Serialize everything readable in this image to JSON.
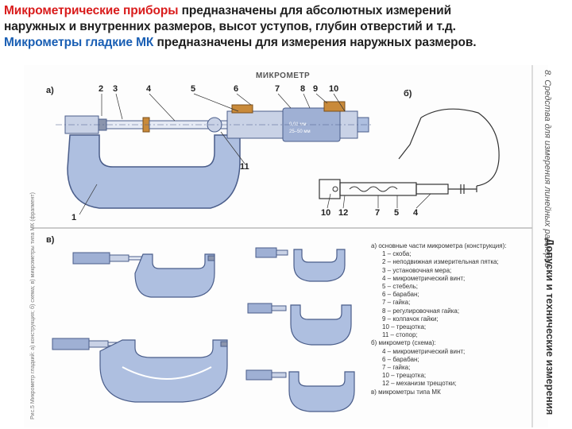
{
  "header": {
    "line1_red": "Микрометрические приборы",
    "line1_rest": " предназначены для абсолютных измерений",
    "line2": "наружных и внутренних размеров, высот уступов, глубин отверстий и т.д.",
    "line3_blue": "Микрометры гладкие МК",
    "line3_rest": " предназначены для измерения наружных размеров."
  },
  "figure": {
    "title": "МИКРОМЕТР",
    "panel_a": "а)",
    "panel_b": "б)",
    "panel_v": "в)",
    "top_numbers": [
      "2",
      "3",
      "4",
      "5",
      "6",
      "7",
      "8",
      "9",
      "10"
    ],
    "label_1": "1",
    "label_11": "11",
    "scale_text_1": "0,01 мм",
    "scale_text_2": "25–50 мм",
    "b_numbers": [
      "10",
      "12",
      "7",
      "5",
      "4"
    ],
    "side_left": "Рис.5 Микрометр гладкий: а) конструкция; б) схема; в) микрометры типа МК (фрагмент)",
    "side_right_1": "8. Средства для измерения линейных размеров",
    "side_right_2": "Допуски и технические измерения"
  },
  "legend": {
    "items": [
      "а) основные части микрометра (конструкция):",
      "1 – скоба;",
      "2 – неподвижная измерительная пятка;",
      "3 – установочная мера;",
      "4 – микрометрический винт;",
      "5 – стебель;",
      "6 – барабан;",
      "7 – гайка;",
      "8 – регулировочная гайка;",
      "9 – колпачок гайки;",
      "10 – трещотка;",
      "11 – стопор;",
      "б) микрометр (схема):",
      "4 – микрометрический винт;",
      "6 – барабан;",
      "7 – гайка;",
      "10 – трещотка;",
      "12 – механизм трещотки;",
      "в) микрометры типа МК"
    ]
  }
}
